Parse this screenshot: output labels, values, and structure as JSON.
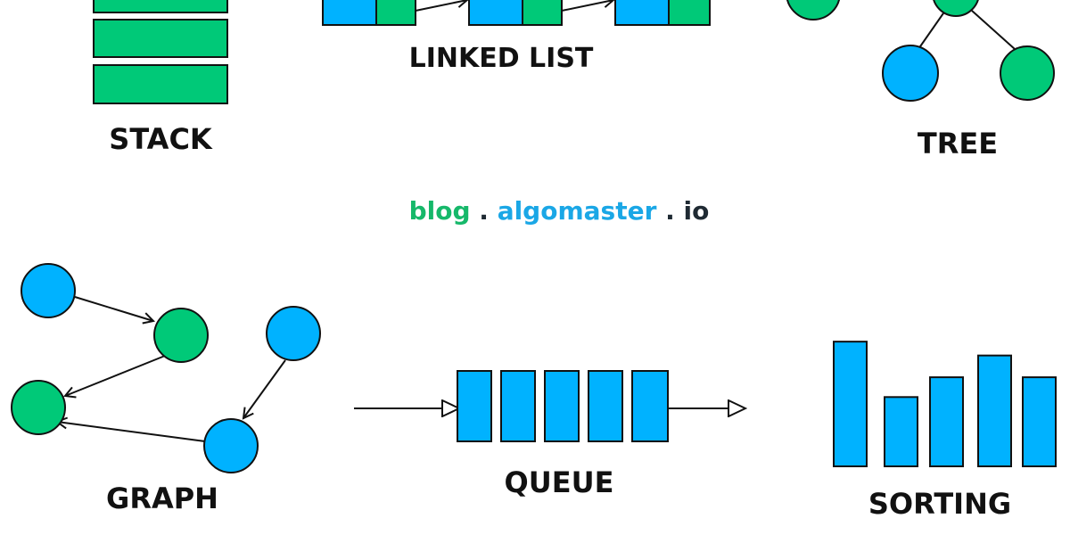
{
  "labels": {
    "stack": "STACK",
    "linked_list": "LINKED LIST",
    "tree": "TREE",
    "graph": "GRAPH",
    "queue": "QUEUE",
    "sorting": "SORTING"
  },
  "watermark": {
    "blog": "blog",
    "dot1": ".",
    "algomaster": "algomaster",
    "dot2": ".",
    "io": "io"
  },
  "sorting_bars": [
    6.3,
    3.5,
    4.5,
    5.6,
    4.5
  ],
  "colors": {
    "blue": "#00b2ff",
    "green": "#00c978",
    "stroke": "#111111",
    "watermark_green": "#16b86a",
    "watermark_blue": "#1aa7e6",
    "watermark_dark": "#1f2a33"
  }
}
